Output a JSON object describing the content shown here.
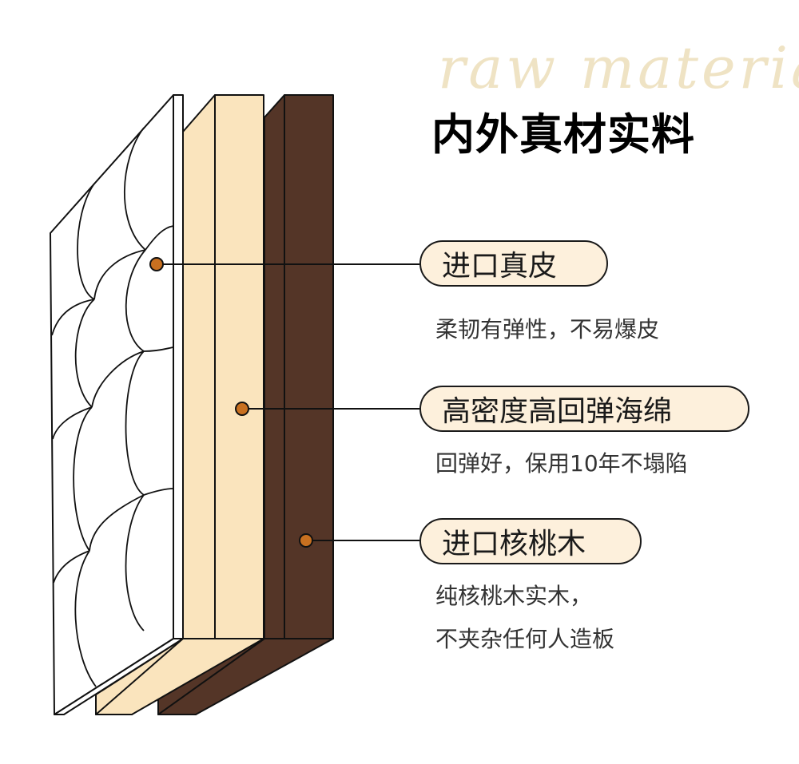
{
  "watermark": "raw material",
  "title": "内外真材实料",
  "colors": {
    "leather": "#ffffff",
    "foam": "#fae4bd",
    "walnut": "#543527",
    "dot": "#c87020",
    "pill": "#fdf0dc"
  },
  "layers": [
    {
      "label": "进口真皮",
      "desc": [
        "柔韧有弹性，不易爆皮"
      ]
    },
    {
      "label": "高密度高回弹海绵",
      "desc": [
        "回弹好，保用10年不塌陷"
      ]
    },
    {
      "label": "进口核桃木",
      "desc": [
        "纯核桃木实木，",
        "不夹杂任何人造板"
      ]
    }
  ]
}
